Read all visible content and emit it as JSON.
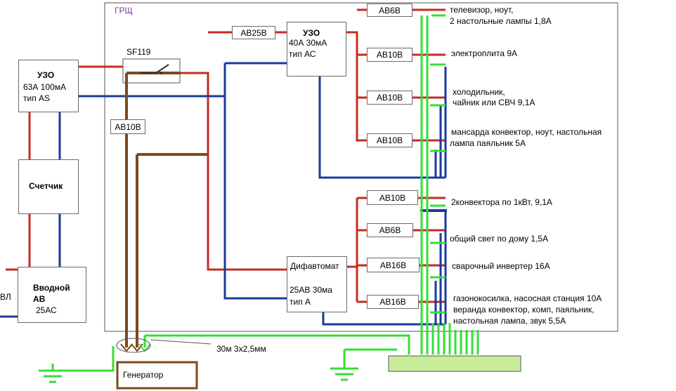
{
  "panel": {
    "title": "ГРЩ"
  },
  "devices": {
    "uzo_main": {
      "title": "УЗО",
      "line1": "63А 100мА",
      "line2": "тип AS"
    },
    "meter": {
      "title": "Счетчик"
    },
    "input_breaker": {
      "title": "Вводной",
      "title2": "АВ",
      "rating": "25АС"
    },
    "vl_label": "ВЛ",
    "sf119": "SF119",
    "ab10_gen": "АВ10В",
    "ab25": "АВ25В",
    "uzo_group": {
      "title": "УЗО",
      "line1": "40А 30мА",
      "line2": "тип АС"
    },
    "difavtomat": {
      "title": "Дифавтомат",
      "line1": "25АВ 30ма",
      "line2": "тип А"
    },
    "generator": "Генератор",
    "cable": "30м 3х2,5мм"
  },
  "breakers_top": [
    {
      "label": "АВ6В",
      "load1": "телевизор,  ноут,",
      "load2": "2 настольные лампы 1,8А"
    },
    {
      "label": "АВ10В",
      "load1": "электроплита   9А",
      "load2": ""
    },
    {
      "label": "АВ10В",
      "load1": "холодильник,",
      "load2": "чайник или СВЧ  9,1А"
    },
    {
      "label": "АВ10В",
      "load1": "мансарда конвектор, ноут, настольная",
      "load2": "лампа паяльник   5А"
    }
  ],
  "breakers_bottom": [
    {
      "label": "АВ10В",
      "load1": "2конвектора по 1кВт,    9,1А",
      "load2": ""
    },
    {
      "label": "АВ6В",
      "load1": "общий свет по дому      1,5А",
      "load2": ""
    },
    {
      "label": "АВ16В",
      "load1": "сварочный инвертер 16А",
      "load2": ""
    },
    {
      "label": "АВ16В",
      "load1": "газонокосилка, насосная станция 10А",
      "load2": "веранда конвектор, комп, паяльник,",
      "load3": "настольная лампа, звук 5,5А"
    }
  ],
  "colors": {
    "phase": "#c62b24",
    "neutral": "#1a3a9c",
    "ground": "#33e033",
    "generator": "#7a4a1e",
    "panel_text": "#7a3b8f"
  }
}
